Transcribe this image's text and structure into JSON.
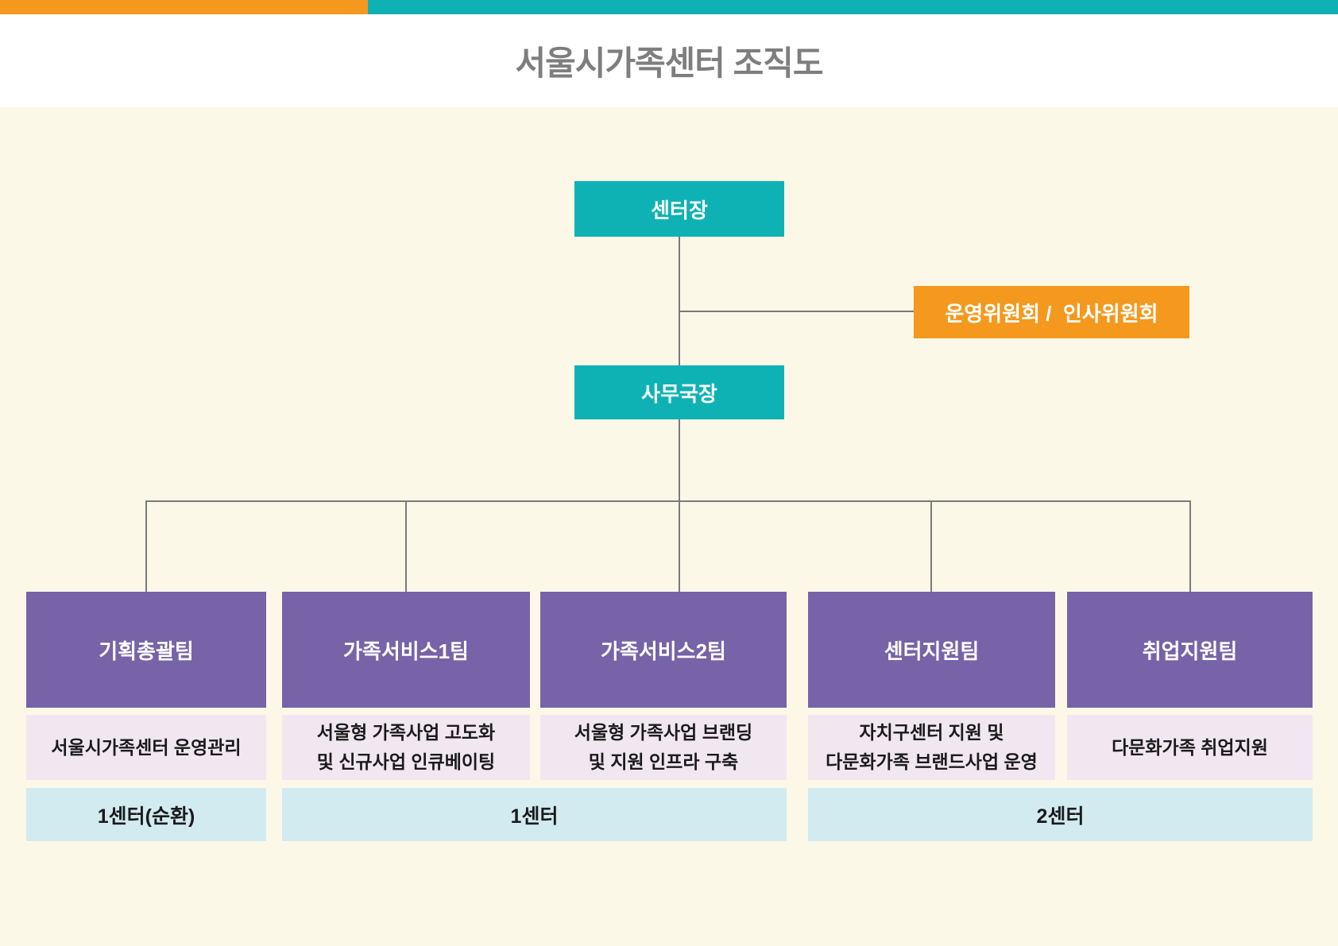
{
  "header": {
    "title": "서울시가족센터 조직도"
  },
  "org": {
    "director": "센터장",
    "committee": "운영위원회 /  인사위원회",
    "secretary_general": "사무국장",
    "teams": [
      {
        "name": "기획총괄팀",
        "description": "서울시가족센터 운영관리"
      },
      {
        "name": "가족서비스1팀",
        "description": "서울형 가족사업 고도화\n및 신규사업 인큐베이팅"
      },
      {
        "name": "가족서비스2팀",
        "description": "서울형 가족사업 브랜딩\n및 지원 인프라 구축"
      },
      {
        "name": "센터지원팀",
        "description": "자치구센터 지원 및\n다문화가족 브랜드사업 운영"
      },
      {
        "name": "취업지원팀",
        "description": "다문화가족 취업지원"
      }
    ],
    "centers": [
      {
        "label": "1센터(순환)"
      },
      {
        "label": "1센터"
      },
      {
        "label": "2센터"
      }
    ]
  },
  "colors": {
    "orange": "#F4991D",
    "teal": "#0EB2B4",
    "purple": "#7763A7",
    "lavender": "#F0E7F1",
    "blue": "#D2EBF1",
    "cream": "#FCF8E8",
    "line": "#7A7A7A",
    "titlegray": "#7E7E7E",
    "dark": "#1B1B1B"
  }
}
